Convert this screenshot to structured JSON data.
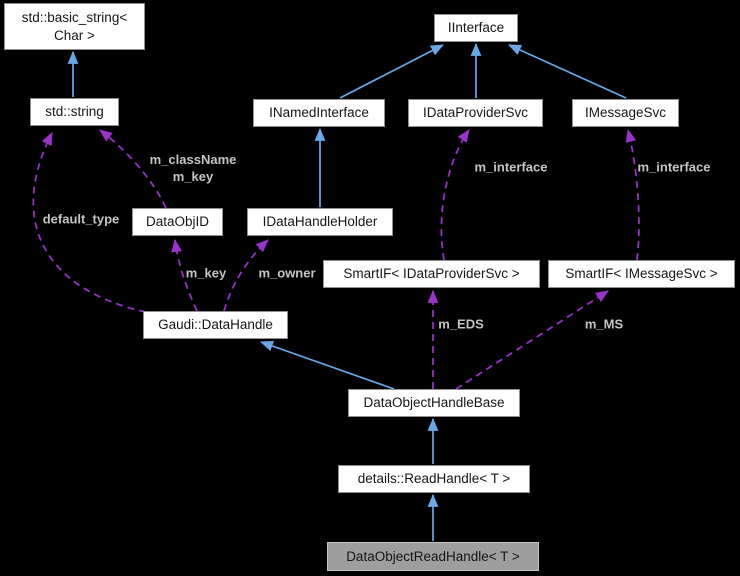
{
  "background": "#000000",
  "colors": {
    "inheritance_edge": "#66a9e8",
    "usage_edge": "#9a32cd",
    "edge_label": "#c4c4c4",
    "node_fill": "#ffffff",
    "node_border": "#8f8f8f",
    "node_text": "#161616",
    "selected_fill": "#9e9e9e",
    "selected_border": "#c6c6c6"
  },
  "nodes": {
    "std_basic_string": {
      "label": "std::basic_string< Char >"
    },
    "iinterface": {
      "label": "IInterface"
    },
    "std_string": {
      "label": "std::string"
    },
    "inamed_interface": {
      "label": "INamedInterface"
    },
    "idata_provider_svc": {
      "label": "IDataProviderSvc"
    },
    "imessage_svc": {
      "label": "IMessageSvc"
    },
    "data_obj_id": {
      "label": "DataObjID"
    },
    "idata_handle_holder": {
      "label": "IDataHandleHolder"
    },
    "smartif_idataprovidersvc": {
      "label": "SmartIF< IDataProviderSvc >"
    },
    "smartif_imessagesvc": {
      "label": "SmartIF< IMessageSvc >"
    },
    "gaudi_data_handle": {
      "label": "Gaudi::DataHandle"
    },
    "data_object_handle_base": {
      "label": "DataObjectHandleBase"
    },
    "details_read_handle": {
      "label": "details::ReadHandle< T >"
    },
    "data_object_read_handle": {
      "label": "DataObjectReadHandle< T >",
      "selected": true
    }
  },
  "edge_labels": {
    "m_className": {
      "line1": "m_className",
      "line2": "m_key"
    },
    "default_type": "default_type",
    "m_interface_left": "m_interface",
    "m_interface_right": "m_interface",
    "m_key": "m_key",
    "m_owner": "m_owner",
    "m_EDS": "m_EDS",
    "m_MS": "m_MS"
  },
  "edges": [
    {
      "from": "std::string",
      "to": "std::basic_string< Char >",
      "type": "inheritance"
    },
    {
      "from": "INamedInterface",
      "to": "IInterface",
      "type": "inheritance"
    },
    {
      "from": "IDataProviderSvc",
      "to": "IInterface",
      "type": "inheritance"
    },
    {
      "from": "IMessageSvc",
      "to": "IInterface",
      "type": "inheritance"
    },
    {
      "from": "IDataHandleHolder",
      "to": "INamedInterface",
      "type": "inheritance"
    },
    {
      "from": "DataObjectHandleBase",
      "to": "Gaudi::DataHandle",
      "type": "inheritance"
    },
    {
      "from": "details::ReadHandle< T >",
      "to": "DataObjectHandleBase",
      "type": "inheritance"
    },
    {
      "from": "DataObjectReadHandle< T >",
      "to": "details::ReadHandle< T >",
      "type": "inheritance"
    },
    {
      "from": "DataObjID",
      "to": "std::string",
      "type": "usage",
      "label": "m_className m_key"
    },
    {
      "from": "Gaudi::DataHandle",
      "to": "std::string",
      "type": "usage",
      "label": "default_type"
    },
    {
      "from": "Gaudi::DataHandle",
      "to": "DataObjID",
      "type": "usage",
      "label": "m_key"
    },
    {
      "from": "Gaudi::DataHandle",
      "to": "IDataHandleHolder",
      "type": "usage",
      "label": "m_owner"
    },
    {
      "from": "SmartIF< IDataProviderSvc >",
      "to": "IDataProviderSvc",
      "type": "usage",
      "label": "m_interface"
    },
    {
      "from": "SmartIF< IMessageSvc >",
      "to": "IMessageSvc",
      "type": "usage",
      "label": "m_interface"
    },
    {
      "from": "DataObjectHandleBase",
      "to": "SmartIF< IDataProviderSvc >",
      "type": "usage",
      "label": "m_EDS"
    },
    {
      "from": "DataObjectHandleBase",
      "to": "SmartIF< IMessageSvc >",
      "type": "usage",
      "label": "m_MS"
    }
  ]
}
